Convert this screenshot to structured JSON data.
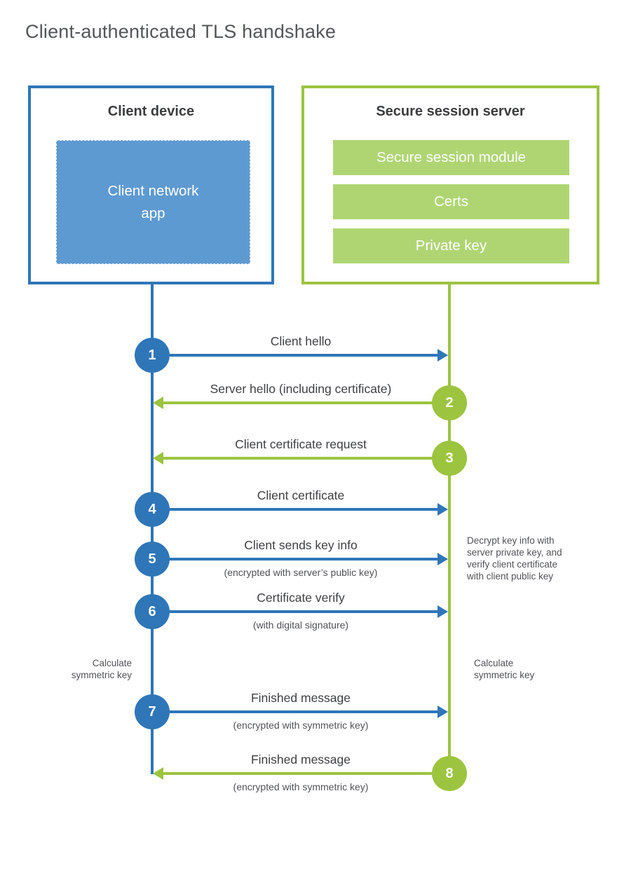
{
  "title": "Client-authenticated TLS handshake",
  "colors": {
    "blue": "#2f76b8",
    "blue_fill": "#5e9ad2",
    "green": "#9cc43f",
    "green_fill": "#afd573"
  },
  "client": {
    "title": "Client device",
    "app_label": "Client network\napp"
  },
  "server": {
    "title": "Secure session server",
    "modules": [
      "Secure session module",
      "Certs",
      "Private key"
    ]
  },
  "messages": [
    {
      "step": "1",
      "from": "client",
      "to": "server",
      "label": "Client hello"
    },
    {
      "step": "2",
      "from": "server",
      "to": "client",
      "label": "Server hello (including certificate)"
    },
    {
      "step": "3",
      "from": "server",
      "to": "client",
      "label": "Client certificate request"
    },
    {
      "step": "4",
      "from": "client",
      "to": "server",
      "label": "Client certificate"
    },
    {
      "step": "5",
      "from": "client",
      "to": "server",
      "label": "Client sends key info",
      "sub": "(encrypted with server’s public key)"
    },
    {
      "step": "6",
      "from": "client",
      "to": "server",
      "label": "Certificate verify",
      "sub": "(with digital signature)"
    },
    {
      "step": "7",
      "from": "client",
      "to": "server",
      "label": "Finished message",
      "sub": "(encrypted with symmetric key)"
    },
    {
      "step": "8",
      "from": "server",
      "to": "client",
      "label": "Finished message",
      "sub": "(encrypted with symmetric key)"
    }
  ],
  "annotations": {
    "decrypt_note": "Decrypt key info with\nserver private key, and\nverify client certificate\nwith client public key",
    "calc_left": "Calculate\nsymmetric key",
    "calc_right": "Calculate\nsymmetric key"
  }
}
